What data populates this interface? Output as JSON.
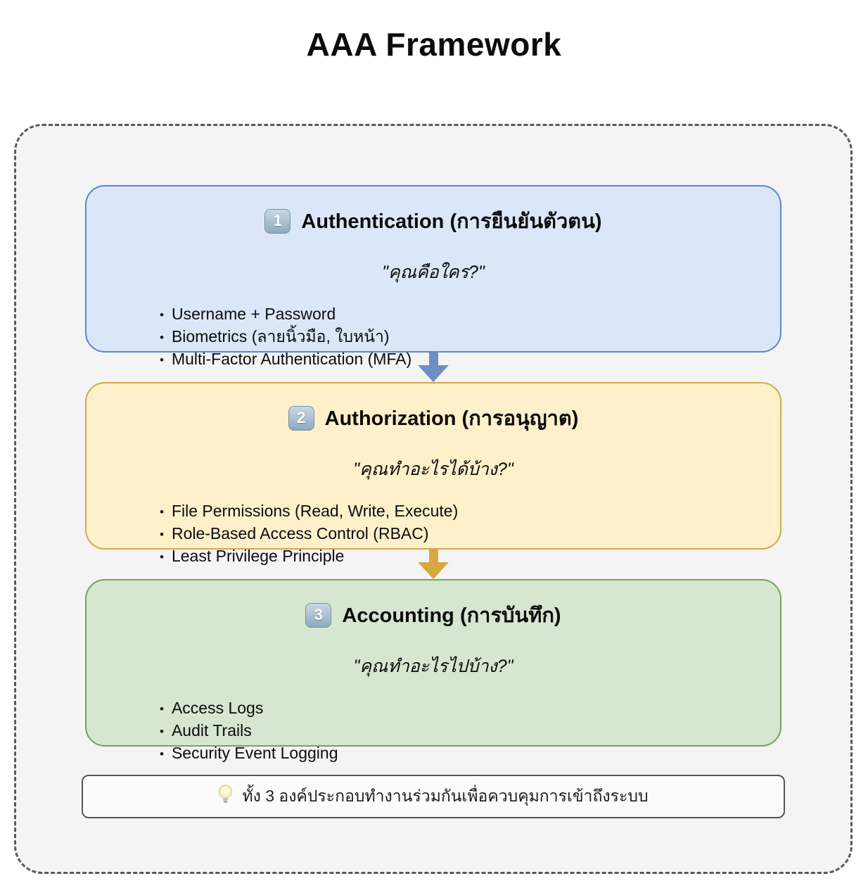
{
  "title": "AAA Framework",
  "sections": [
    {
      "number": "1",
      "heading": "Authentication (การยืนยันตัวตน)",
      "question": "\"คุณคือใคร?\"",
      "items": [
        "Username + Password",
        "Biometrics (ลายนิ้วมือ, ใบหน้า)",
        "Multi-Factor Authentication (MFA)"
      ],
      "fill": "#dbe7f8",
      "border": "#5d88c6"
    },
    {
      "number": "2",
      "heading": "Authorization (การอนุญาต)",
      "question": "\"คุณทำอะไรได้บ้าง?\"",
      "items": [
        "File Permissions (Read, Write, Execute)",
        "Role-Based Access Control (RBAC)",
        "Least Privilege Principle"
      ],
      "fill": "#fdf0cb",
      "border": "#d2a94a"
    },
    {
      "number": "3",
      "heading": "Accounting (การบันทึก)",
      "question": "\"คุณทำอะไรไปบ้าง?\"",
      "items": [
        "Access Logs",
        "Audit Trails",
        "Security Event Logging"
      ],
      "fill": "#d6e6d1",
      "border": "#74a45c"
    }
  ],
  "arrows": [
    {
      "from": "authentication",
      "to": "authorization",
      "color": "#6c90c4"
    },
    {
      "from": "authorization",
      "to": "accounting",
      "color": "#d5a93f"
    }
  ],
  "note": {
    "icon": "lightbulb-icon",
    "text": "ทั้ง 3 องค์ประกอบทำงานร่วมกันเพื่อควบคุมการเข้าถึงระบบ"
  },
  "frame": {
    "background": "#f4f4f4",
    "border": "#5a5a5a",
    "page_background": "#ffffff"
  }
}
